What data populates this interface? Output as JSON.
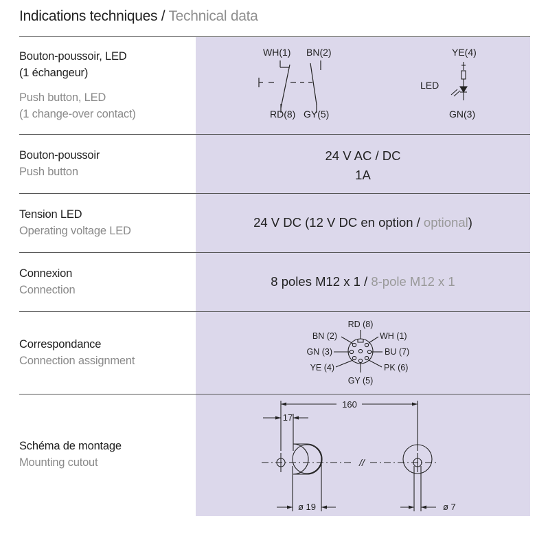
{
  "title": {
    "fr": "Indications techniques / ",
    "en": "Technical data"
  },
  "rows": {
    "push_button_led": {
      "fr_line1": "Bouton-poussoir, LED",
      "fr_line2": "(1 échangeur)",
      "en_line1": "Push button, LED",
      "en_line2": "(1 change-over contact)",
      "diagram": {
        "wh": "WH(1)",
        "bn": "BN(2)",
        "rd": "RD(8)",
        "gy": "GY(5)",
        "ye": "YE(4)",
        "gn": "GN(3)",
        "led": "LED"
      }
    },
    "push_button": {
      "fr": "Bouton-poussoir",
      "en": "Push button",
      "value_line1": "24 V AC / DC",
      "value_line2": "1A"
    },
    "led_voltage": {
      "fr": "Tension LED",
      "en": "Operating voltage LED",
      "value_main": "24 V DC (12 V DC en option / ",
      "value_muted": "optional",
      "value_end": ")"
    },
    "connection": {
      "fr": "Connexion",
      "en": "Connection",
      "value_main": "8 poles M12 x 1 / ",
      "value_muted": "8-pole M12 x 1"
    },
    "assignment": {
      "fr": "Correspondance",
      "en": "Connection assignment",
      "pins": {
        "rd": "RD (8)",
        "bn": "BN (2)",
        "wh": "WH (1)",
        "gn": "GN (3)",
        "bu": "BU (7)",
        "ye": "YE (4)",
        "pk": "PK (6)",
        "gy": "GY (5)"
      }
    },
    "mounting": {
      "fr": "Schéma de montage",
      "en": "Mounting cutout",
      "dim_spacing": "160",
      "dim_offset": "17",
      "dim_d1": "ø 19",
      "dim_d2": "ø 7",
      "break_mark": "//"
    }
  }
}
